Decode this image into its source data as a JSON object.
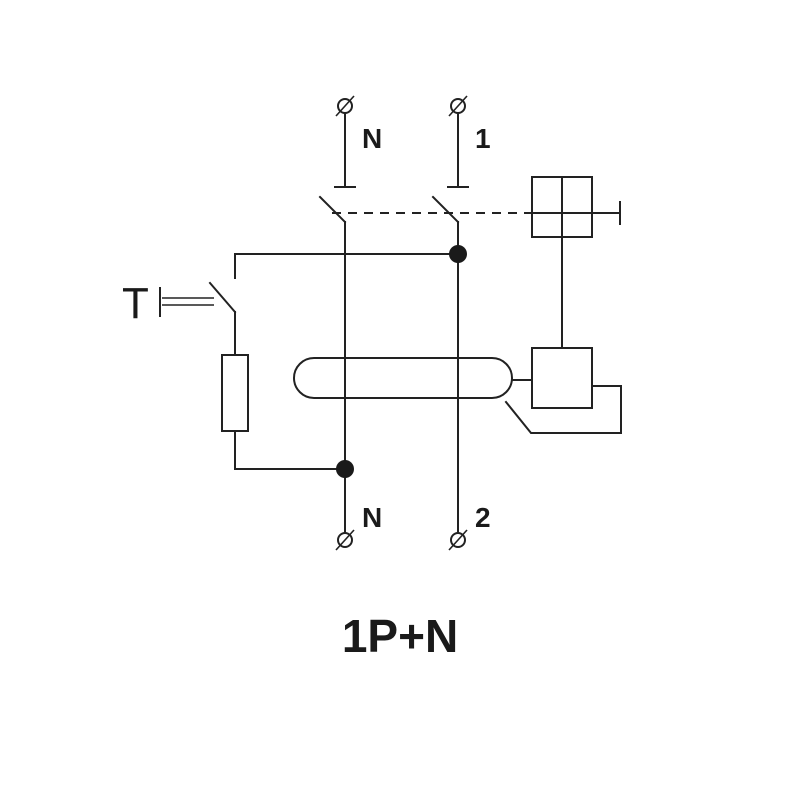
{
  "diagram": {
    "terminals": {
      "top_neutral": "N",
      "top_phase": "1",
      "bottom_neutral": "N",
      "bottom_phase": "2"
    },
    "test_button_label": "T",
    "caption": "1P+N"
  }
}
